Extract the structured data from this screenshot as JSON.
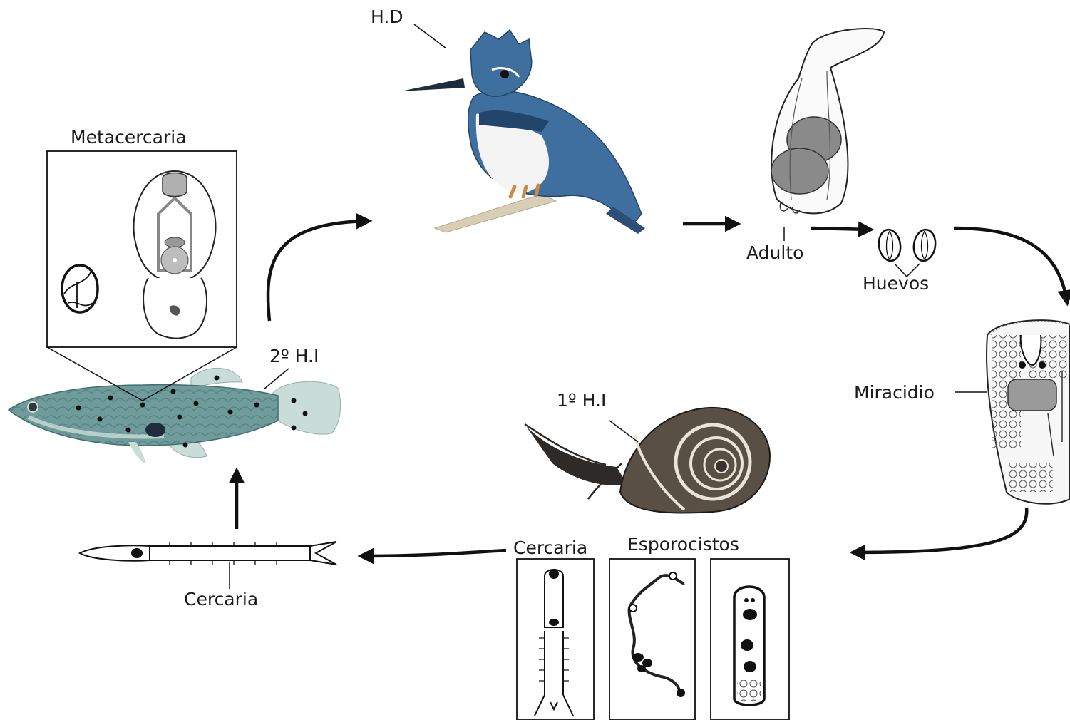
{
  "labels": {
    "hd": "H.D",
    "adulto": "Adulto",
    "huevos": "Huevos",
    "miracidio": "Miracidio",
    "first_hi": "1º H.I",
    "esporocistos": "Esporocistos",
    "cercaria_snail": "Cercaria",
    "cercaria_free": "Cercaria",
    "second_hi": "2º H.I",
    "metacercaria": "Metacercaria"
  },
  "colors": {
    "kingfisher_blue": "#3e6f9e",
    "kingfisher_dark": "#22466b",
    "fish_body": "#6f9c9a",
    "fish_fin": "#c9dcd8",
    "snail_shell": "#5a4f45",
    "worm_fill": "#8a8a8a",
    "outline": "#111111"
  },
  "icons": {
    "host_bird": "kingfisher-icon",
    "host_snail": "snail-icon",
    "host_fish": "fish-icon"
  }
}
